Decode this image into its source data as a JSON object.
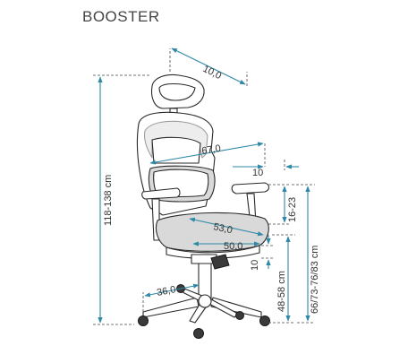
{
  "product": {
    "name": "BOOSTER"
  },
  "colors": {
    "dimension_line": "#2f89a6",
    "outline": "#2a2a2a",
    "text": "#333333"
  },
  "dimensions": {
    "headrest_depth": "10,0",
    "seat_width_top": "67,0",
    "armrest_offset": "10",
    "overall_height": "118-138 cm",
    "armrest_height_range": "16-23",
    "seat_depth": "53,0",
    "seat_width": "50,0",
    "seat_lift": "10",
    "seat_height": "48-58 cm",
    "armrest_total_height": "66/73-76/83 cm",
    "base_radius": "36,0"
  }
}
